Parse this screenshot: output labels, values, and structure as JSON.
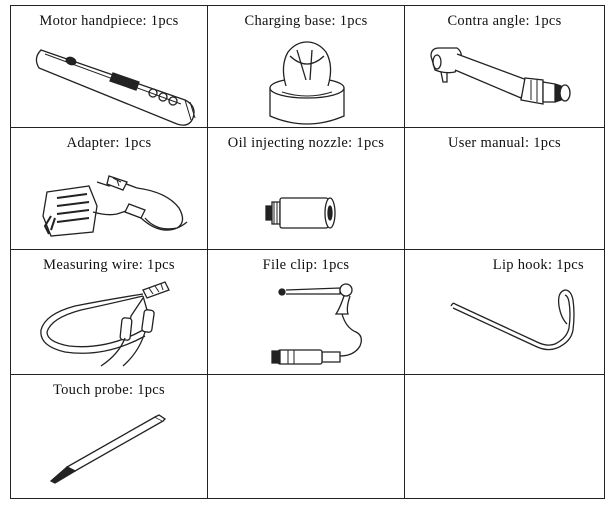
{
  "items": [
    {
      "label": "Motor handpiece: 1pcs",
      "icon": "motor-handpiece"
    },
    {
      "label": "Charging base: 1pcs",
      "icon": "charging-base"
    },
    {
      "label": "Contra angle: 1pcs",
      "icon": "contra-angle"
    },
    {
      "label": "Adapter: 1pcs",
      "icon": "adapter"
    },
    {
      "label": "Oil injecting nozzle: 1pcs",
      "icon": "oil-nozzle"
    },
    {
      "label": "User manual: 1pcs",
      "icon": "none"
    },
    {
      "label": "Measuring wire: 1pcs",
      "icon": "measuring-wire"
    },
    {
      "label": "File clip: 1pcs",
      "icon": "file-clip"
    },
    {
      "label": "Lip hook: 1pcs",
      "icon": "lip-hook"
    },
    {
      "label": "Touch probe: 1pcs",
      "icon": "touch-probe"
    }
  ]
}
